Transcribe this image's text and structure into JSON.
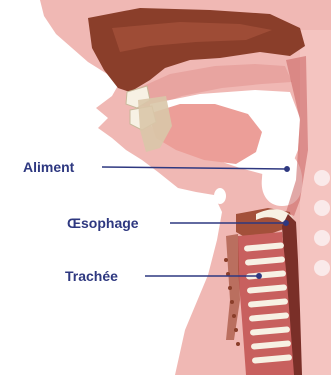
{
  "labels": {
    "aliment": "Aliment",
    "oesophage": "Œsophage",
    "trachee": "Trachée"
  },
  "colors": {
    "tissue": "#f0b8b4",
    "tissue_dark": "#c8605e",
    "cavity": "#8a3e2a",
    "cartilage": "#f7f1e4",
    "label": "#2e3880",
    "background": "#ffffff"
  }
}
